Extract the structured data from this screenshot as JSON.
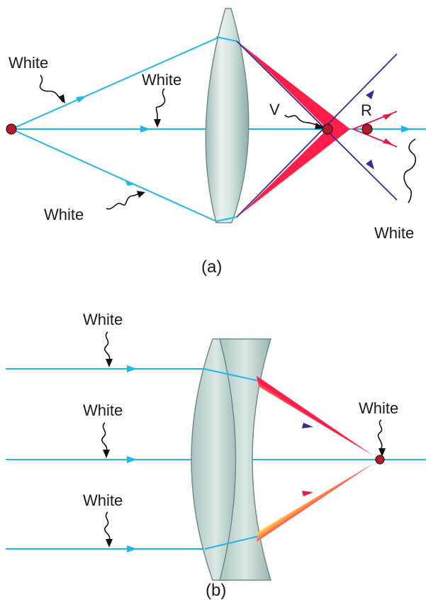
{
  "labels": {
    "a_white_topleft": "White",
    "a_white_center": "White",
    "a_white_bottomleft": "White",
    "a_white_right": "White",
    "a_violet_point": "V",
    "a_red_point": "R",
    "a_caption": "(a)",
    "b_white_top": "White",
    "b_white_middle": "White",
    "b_white_bottom": "White",
    "b_white_focus": "White",
    "b_caption": "(b)"
  },
  "colors": {
    "ray": "#1fb7e6",
    "violet": "#3b2a8f",
    "red": "#e8194a",
    "point_fill": "#b01c2e",
    "lens_fill": "#c9dcd8"
  }
}
